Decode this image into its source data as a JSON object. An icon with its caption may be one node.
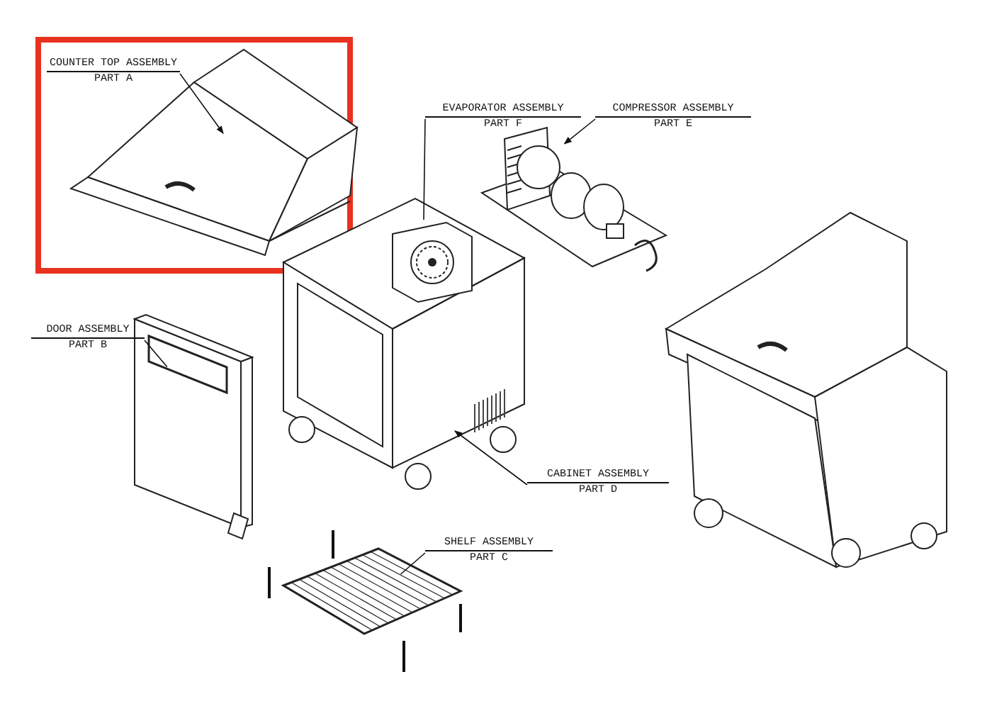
{
  "diagram": {
    "nodes": [
      {
        "text": [
          "COUNTER TOP ASSEMBLY",
          "PART A"
        ]
      },
      {
        "text": [],
        "shape": "picture"
      },
      {
        "text": [
          "EVAPORATOR ASSEMBLY",
          "PART F"
        ]
      },
      {
        "text": [],
        "shape": "picture",
        "in": 9
      },
      {
        "text": [
          "COMPRESSOR ASSEMBLY",
          "PART E"
        ]
      },
      {
        "text": [],
        "shape": "picture"
      },
      {
        "text": [
          "DOOR ASSEMBLY",
          "PART B"
        ]
      },
      {
        "text": [],
        "shape": "picture"
      },
      {
        "text": [
          "CABINET ASSEMBLY",
          "PART D"
        ]
      },
      {
        "text": [],
        "shape": "picture"
      },
      {
        "text": [
          "SHELF ASSEMBLY",
          "PART C"
        ]
      },
      {
        "text": [],
        "shape": "picture"
      }
    ],
    "edges": [
      {
        "from": 0,
        "to": 1,
        "arrow": "to"
      },
      {
        "from": 2,
        "to": 3,
        "arrow": "none"
      },
      {
        "from": 4,
        "to": 5,
        "arrow": "to"
      },
      {
        "from": 6,
        "to": 7,
        "arrow": "none"
      },
      {
        "from": 8,
        "to": 9,
        "arrow": "to"
      },
      {
        "from": 10,
        "to": 11,
        "arrow": "none"
      }
    ]
  }
}
